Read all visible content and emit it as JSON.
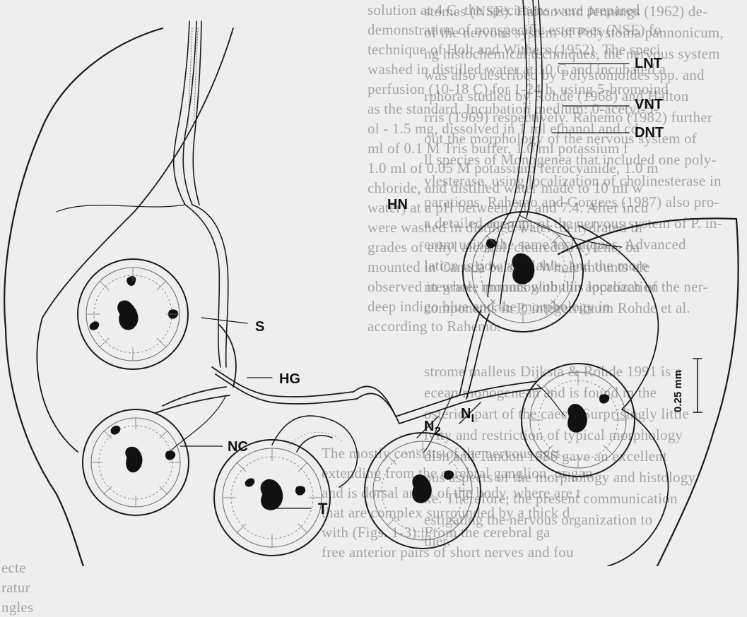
{
  "labels": {
    "lnt": "LNT",
    "vnt": "VNT",
    "dnt": "DNT",
    "hn": "HN",
    "s": "S",
    "hg": "HG",
    "nc": "NC",
    "n2": "N",
    "n2_sub": "2",
    "n1": "N",
    "n1_sub": "I",
    "t": "T"
  },
  "scale_bar": {
    "label": "0.25 mm"
  },
  "background_text": {
    "right_column": [
      "stomes (NSE). Halton and Jennings (1962) de-",
      "of the nervous system of Polystoma pannonicum,",
      "ng histochemical techniques, the nervous system",
      "was also described by Polystomoides spp. and",
      "rphora studied by Rohde (1968) and Halton",
      "rris (1969) respectively. Rahemo (1982) further",
      "out the morphology of the nervous system of",
      "ll species of Monogenea that included one poly-",
      "ylesterase, using localization of cholinesterase in",
      "parations. Rahemo and Gorgees (1987) also pro-",
      "a detailed account of the nervous system of P. in-",
      "erum using the same techniques. Advanced",
      "lation is now available, and the more",
      "ntegrate, immunoglobulin approach of the ner-",
      "components in P. integerrimum Rohde et al.",
      "",
      "",
      "strome malleus Dijksta & Rohde 1991 is a",
      "ecean monogenean and is found in the",
      "osterior part of the caeca. Surprisingly little",
      "ivity and restriction of typical morphology",
      "dish and Tandon 1986 gave an excellent",
      "ous aspects of the morphology and histology",
      "ke. Therefore, the present communication",
      "estigating the nervous organization to",
      "ther."
    ],
    "middle_column": [
      "solution at 4 C. the specimens were prepared",
      "demonstration of nonspecific esterases (NSE) fo",
      "technique of Holt and Withers (1952). The speci",
      "washed in distilled water at 10 C and incubated a",
      "perfusion (10-18 C) for 1-24 h, using 5-bromoind",
      "as the standard. Incubation medium: 0-acetyl-5-",
      "ol - 1.5 mg, dissolved in 1 ml ethanol and cd",
      "ml of 0.1 M Tris buffer, 1.0 ml potassium f",
      "1.0 ml of 0.05 M potassium ferrocyanide, 1.0 m",
      "chloride, and distilled water made to 10 ml w",
      "water) at a pH between 7.0 and 7.4. After incu",
      "were washed in distilled water, dehydrated th",
      "grades of ethyl alcohol, cleared in xylene, ba",
      "mounted in Canada balsam. Whole mounts ele",
      "observed in whole mounts with this localization",
      "deep indigo blue and the morphology in",
      "according to Rahemo."
    ],
    "middle_column_lower": [
      "The mostly consists of the nervous syst",
      "extending from the cerebral ganglion, or gan",
      "and is dorsal areas of the body, where are t",
      "that are complex surrounded by a thick d",
      "with (Figs. 1-3). From the cerebral ga",
      "free anterior pairs of short nerves and fou"
    ],
    "left_column_lower": [
      "ecte",
      "ratur",
      "ngles"
    ]
  }
}
